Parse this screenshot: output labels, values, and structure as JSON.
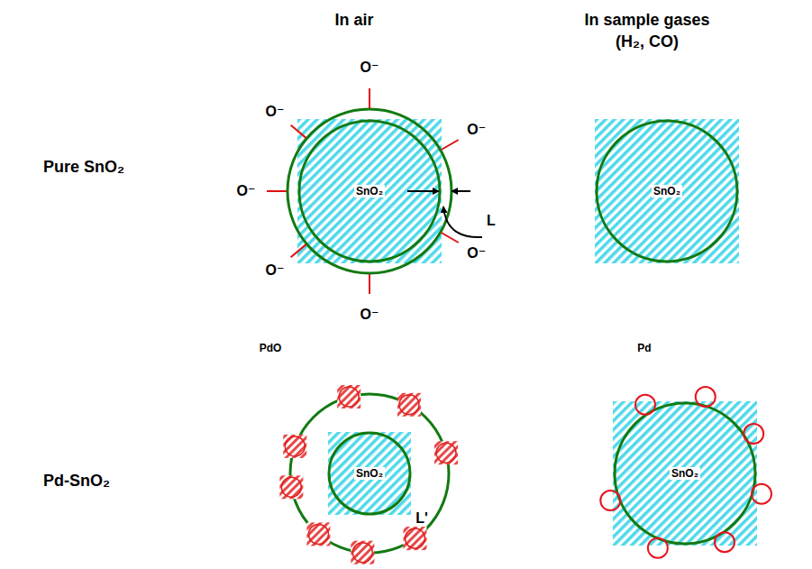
{
  "diagram": {
    "nodes": [
      {
        "text": [
          "SnO₂"
        ]
      },
      {
        "text": [
          "SnO₂"
        ]
      },
      {
        "text": [
          "L'"
        ]
      },
      {
        "text": [
          "SnO₂"
        ],
        "in": 2
      },
      {
        "text": [
          "SnO₂"
        ]
      }
    ],
    "labels": [
      "In air",
      "In sample gases (H₂, CO)",
      "Pure SnO₂",
      "Pd-SnO₂",
      "PdO",
      "Pd",
      "O⁻",
      "O⁻",
      "O⁻",
      "O⁻",
      "O⁻",
      "O⁻",
      "O⁻",
      "L"
    ]
  }
}
